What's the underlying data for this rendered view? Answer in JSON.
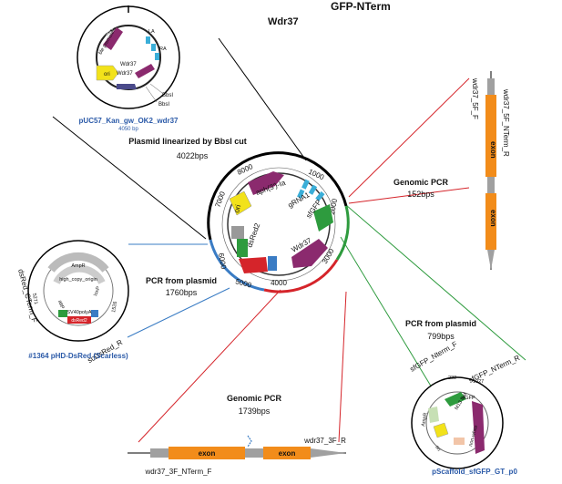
{
  "title": {
    "construct": "GFP-NTerm",
    "gene": "Wdr37"
  },
  "colors": {
    "plasmid_backbone": "#000000",
    "segment_green": "#2e9b3e",
    "segment_red": "#d5242a",
    "segment_blue": "#3a7cc4",
    "exon": "#f28c1a",
    "intron": "#a0a0a0",
    "purple": "#8b2a6e",
    "yellow": "#f2e21a",
    "cyan": "#3aaed8",
    "label_blue": "#2b5aa8"
  },
  "top_plasmid": {
    "name": "pUC57_Kan_gw_OK2_wdr37",
    "size": "4050 bp",
    "labels": {
      "aph": "aph(3')-Ia",
      "ble": "ble promoter",
      "ori": "ori",
      "wdr1": "Wdr37",
      "wdr2": "Wdr37",
      "bbsi1": "BbsI",
      "bbsi2": "BbsI",
      "ha": "LA",
      "ra": "RA"
    }
  },
  "linearized": {
    "caption": "Plasmid linearized by BbsI cut",
    "size": "4022bps"
  },
  "main_plasmid": {
    "ticks": [
      "1000",
      "2000",
      "3000",
      "4000",
      "5000",
      "6000",
      "7000",
      "8000"
    ],
    "features": {
      "aph": "aph(3')-Ia",
      "ori": "ori",
      "grna": "gRNA1",
      "sfgfp": "sfGFP",
      "wdr37": "Wdr37",
      "dsred": "dsRed2"
    }
  },
  "genomic_pcr_top": {
    "label": "Genomic PCR",
    "size": "152bps",
    "primer_f": "wdr37_5F_F",
    "primer_r": "wdr37_5F_NTerm_R",
    "exon1": "exon",
    "exon2": "exon"
  },
  "pcr_left": {
    "label": "PCR from plasmid",
    "size": "1760bps"
  },
  "left_plasmid": {
    "name": "#1364 pHD-DsRed (Scarless)",
    "primer_f": "dsRed_CTerm_F",
    "primer_r": "scDsRed_R",
    "features": {
      "ampr": "AmpR",
      "ori": "high_copy_origin",
      "attp": "attP",
      "dsred": "dsRed2",
      "polya": "SV40polyA",
      "loxp": "loxP",
      "n1": "5271",
      "n2": "1526"
    }
  },
  "pcr_right": {
    "label": "PCR from plasmid",
    "size": "799bps"
  },
  "genomic_pcr_bottom": {
    "label": "Genomic PCR",
    "size": "1739bps",
    "primer_f": "wdr37_3F_NTerm_F",
    "primer_r": "wdr37_3F_R",
    "exon1": "exon",
    "exon2": "exon"
  },
  "right_plasmid": {
    "name": "pScaffold_sfGFP_GT_p0",
    "primer_f": "sfGFP_Nterm_F",
    "primer_r": "sfGFP_NTerm_R",
    "features": {
      "n1": "232",
      "n2": "1027",
      "sfgfp": "sfGFP",
      "m13": "M13 fwd",
      "ampr": "AmpR",
      "ori": "ori",
      "note": "non-white"
    }
  }
}
